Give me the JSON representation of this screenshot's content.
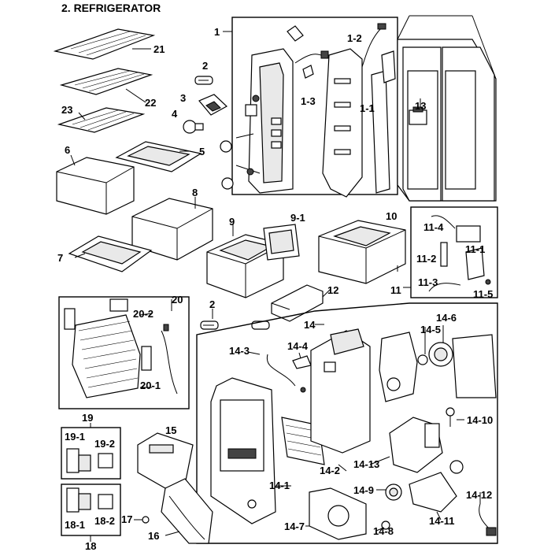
{
  "title": "2. REFRIGERATOR",
  "labels": {
    "p1": "1",
    "p1_1": "1-1",
    "p1_2": "1-2",
    "p1_3": "1-3",
    "p2a": "2",
    "p2b": "2",
    "p3": "3",
    "p4": "4",
    "p5": "5",
    "p6": "6",
    "p7": "7",
    "p8": "8",
    "p9": "9",
    "p9_1": "9-1",
    "p10": "10",
    "p11": "11",
    "p11_1": "11-1",
    "p11_2": "11-2",
    "p11_3": "11-3",
    "p11_4": "11-4",
    "p11_5": "11-5",
    "p12": "12",
    "p13": "13",
    "p14": "14",
    "p14_1": "14-1",
    "p14_2": "14-2",
    "p14_3": "14-3",
    "p14_4": "14-4",
    "p14_5": "14-5",
    "p14_6": "14-6",
    "p14_7": "14-7",
    "p14_8": "14-8",
    "p14_9": "14-9",
    "p14_10": "14-10",
    "p14_11": "14-11",
    "p14_12": "14-12",
    "p14_13": "14-13",
    "p15": "15",
    "p16": "16",
    "p17": "17",
    "p18": "18",
    "p18_1": "18-1",
    "p18_2": "18-2",
    "p19": "19",
    "p19_1": "19-1",
    "p19_2": "19-2",
    "p20": "20",
    "p20_1": "20-1",
    "p20_2": "20-2",
    "p21": "21",
    "p22": "22",
    "p23": "23"
  }
}
